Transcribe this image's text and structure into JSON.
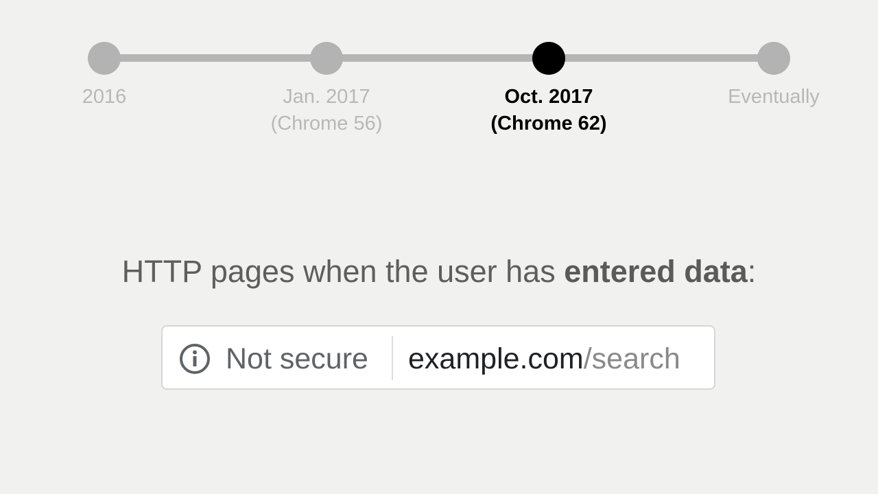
{
  "timeline": {
    "milestones": [
      {
        "line1": "2016",
        "line2": "",
        "active": false
      },
      {
        "line1": "Jan. 2017",
        "line2": "(Chrome 56)",
        "active": false
      },
      {
        "line1": "Oct. 2017",
        "line2": "(Chrome 62)",
        "active": true
      },
      {
        "line1": "Eventually",
        "line2": "",
        "active": false
      }
    ],
    "colors": {
      "inactive": "#b3b3b3",
      "active": "#000000",
      "track": "#b5b5b5"
    }
  },
  "heading": {
    "prefix": "HTTP pages when the user has ",
    "bold": "entered data",
    "suffix": ":"
  },
  "omnibox": {
    "icon": "info-icon",
    "security_label": "Not secure",
    "url_host": "example.com",
    "url_path": "/search"
  }
}
